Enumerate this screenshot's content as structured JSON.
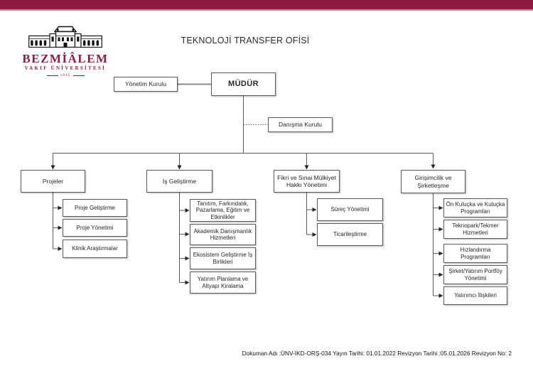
{
  "header": {
    "title": "TEKNOLOJİ TRANSFER OFİSİ",
    "bar_color": "#8D1B41"
  },
  "logo": {
    "wordmark": "BEZMİÂLEM",
    "subtitle": "VAKIF ÜNİVERSİTESİ",
    "year": "1845",
    "brand_color": "#8C1D40"
  },
  "org": {
    "director": "MÜDÜR",
    "board": "Yönetim Kurulu",
    "advisory": "Danışma Kurulu",
    "branches": [
      {
        "label": "Projeler",
        "children": [
          "Proje Geliştirme",
          "Proje Yönetimi",
          "Klinik Araştırmalar"
        ]
      },
      {
        "label": "İş Geliştirme",
        "children": [
          "Tanıtım, Farkındalık,\nPazarlama, Eğitim ve\nEtkinlikler",
          "Akademik Danışmanlık\nHizmetleri",
          "Ekosistem Geliştirme İş\nBirlikleri",
          "Yatırım Planlama ve\nAltyapı Kiralama"
        ]
      },
      {
        "label": "Fikri ve Sınai Mülkiyet\nHakkı Yönetimi",
        "children": [
          "Süreç Yönetimi",
          "Ticarileştirme"
        ]
      },
      {
        "label": "Girişimcilik ve\nŞirketleşme",
        "children": [
          "Ön Kuluçka ve Kuluçka\nProgramları",
          "Teknopark/Tekmer\nHizmetleri",
          "Hızlandırma\nProgramları",
          "Şirket/Yatırım Portföy\nYönetimi",
          "Yatırımcı İlişkileri"
        ]
      }
    ]
  },
  "footer": {
    "text": "Dokuman Adı :ÜNV-İKD-ORŞ-034 Yayın Tarihi: 01.01.2022 Revizyon Tarihi :05.01.2026 Revizyon No: 2"
  }
}
